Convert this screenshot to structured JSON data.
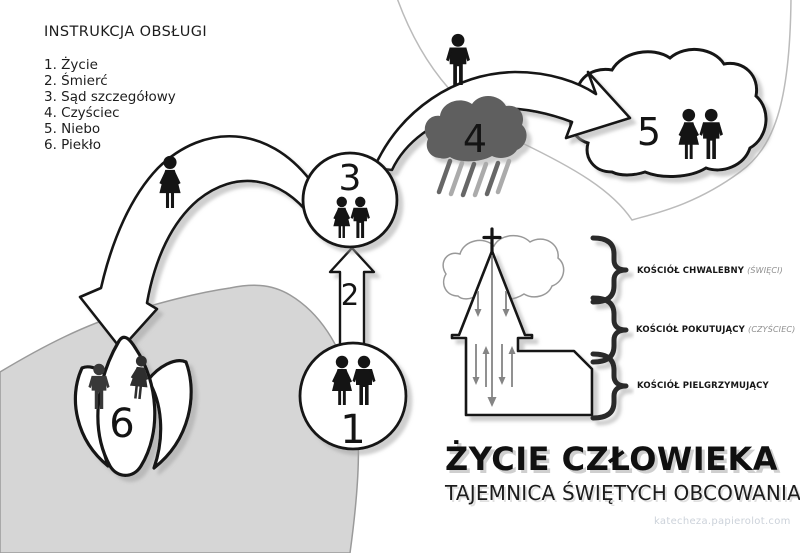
{
  "instructions": {
    "title": "INSTRUKCJA OBSŁUGI",
    "items": [
      "1. Życie",
      "2. Śmierć",
      "3. Sąd szczegółowy",
      "4. Czyściec",
      "5. Niebo",
      "6. Piekło"
    ]
  },
  "nodes": {
    "life": {
      "number": "1"
    },
    "death": {
      "number": "2"
    },
    "judgment": {
      "number": "3"
    },
    "purgatory": {
      "number": "4"
    },
    "heaven": {
      "number": "5"
    },
    "hell": {
      "number": "6"
    }
  },
  "church": {
    "sections": [
      {
        "main": "KOŚCIÓŁ CHWALEBNY",
        "note": "(ŚWIĘCI)"
      },
      {
        "main": "KOŚCIÓŁ POKUTUJĄCY",
        "note": "(CZYŚCIEC)"
      },
      {
        "main": "KOŚCIÓŁ PIELGRZYMUJĄCY",
        "note": ""
      }
    ]
  },
  "footer": {
    "title": "ŻYCIE CZŁOWIEKA",
    "subtitle": "TAJEMNICA ŚWIĘTYCH OBCOWANIA",
    "watermark": "katecheza.papierolot.com"
  },
  "colors": {
    "ink": "#141414",
    "storm_cloud": "#5e5e5e",
    "hell_blob": "#d6d6d6",
    "shadow": "#9e9e9e",
    "faint_outline": "#bbbbbb"
  }
}
